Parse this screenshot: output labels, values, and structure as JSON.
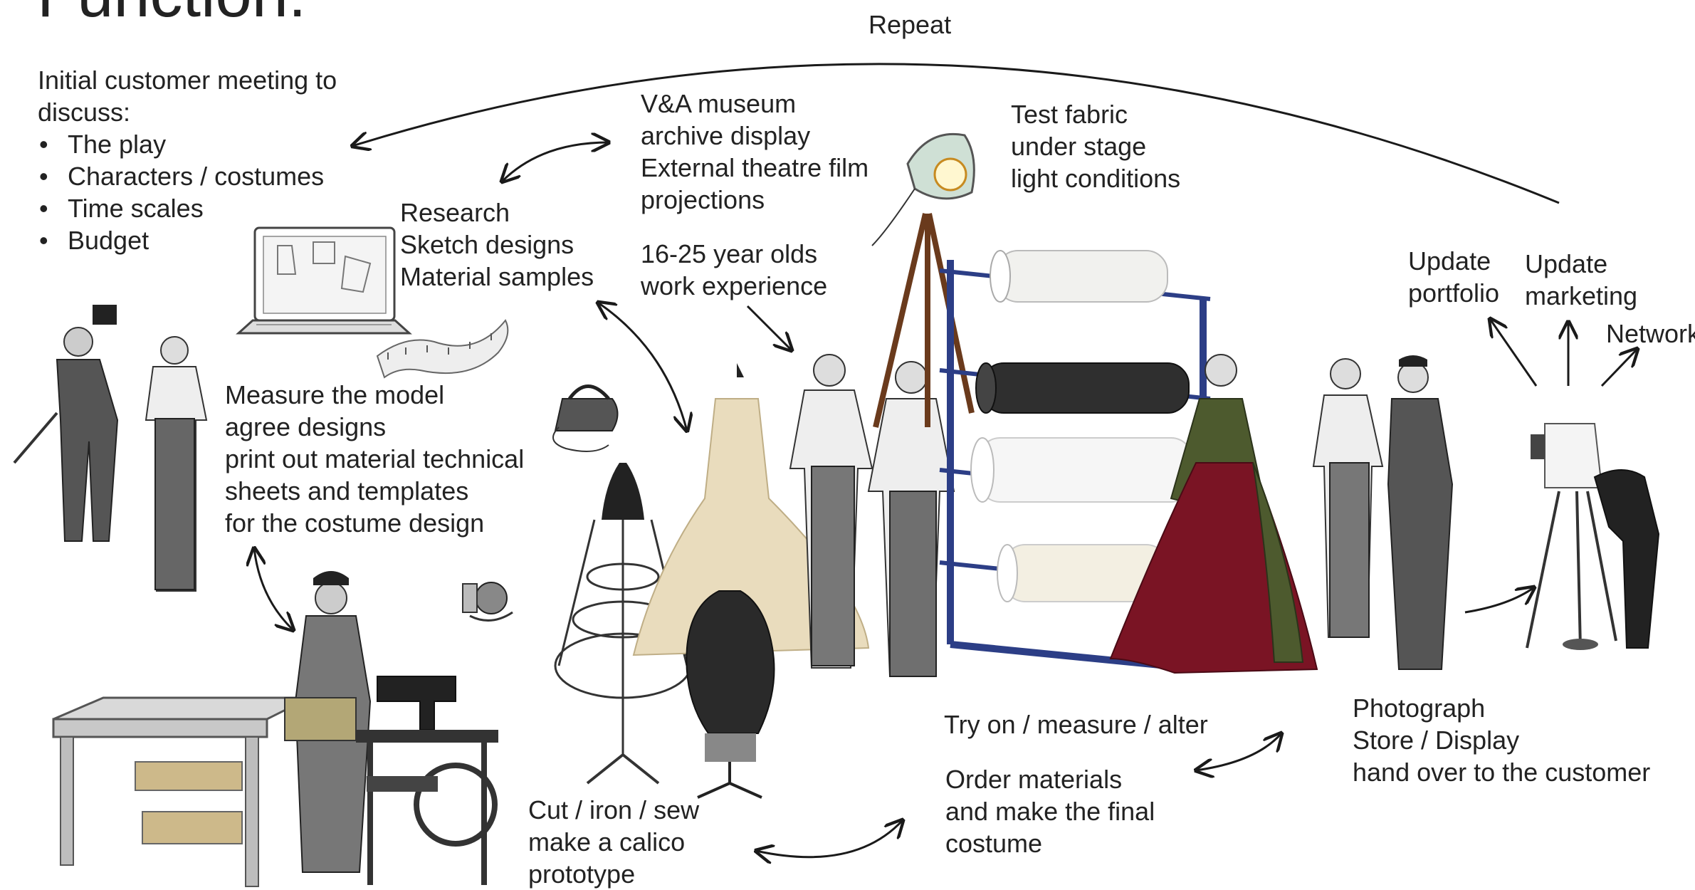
{
  "title": "Function:",
  "repeat_label": "Repeat",
  "meeting": {
    "heading_lines": [
      "Initial customer meeting to",
      "discuss:"
    ],
    "bullets": [
      "The play",
      "Characters / costumes",
      "Time scales",
      "Budget"
    ]
  },
  "research": [
    "Research",
    "Sketch designs",
    "Material samples"
  ],
  "museum": [
    "V&A museum",
    "archive display",
    "External theatre film",
    "projections"
  ],
  "work_experience": [
    "16-25 year olds",
    "work experience"
  ],
  "test_fabric": [
    "Test fabric",
    "under stage",
    "light conditions"
  ],
  "measure": [
    "Measure the model",
    "agree designs",
    "print out material technical",
    "sheets and templates",
    "for the costume design"
  ],
  "cut": [
    "Cut / iron / sew",
    "make a calico",
    "prototype"
  ],
  "try_on": "Try on / measure / alter",
  "order": [
    "Order materials",
    "and make the final",
    "costume"
  ],
  "photograph": [
    "Photograph",
    "Store / Display",
    "hand over to the customer"
  ],
  "update_portfolio": [
    "Update",
    "portfolio"
  ],
  "update_marketing": [
    "Update",
    "marketing"
  ],
  "network": "Network",
  "colors": {
    "text": "#222222",
    "arrow": "#1a1a1a",
    "rack_frame": "#2c3e86",
    "fabric_dark": "#2f2f2f",
    "fabric_white": "#f1f1ee",
    "dress_red": "#7a1424",
    "dress_green": "#4d5a2e",
    "calico": "#e9dcbd"
  }
}
